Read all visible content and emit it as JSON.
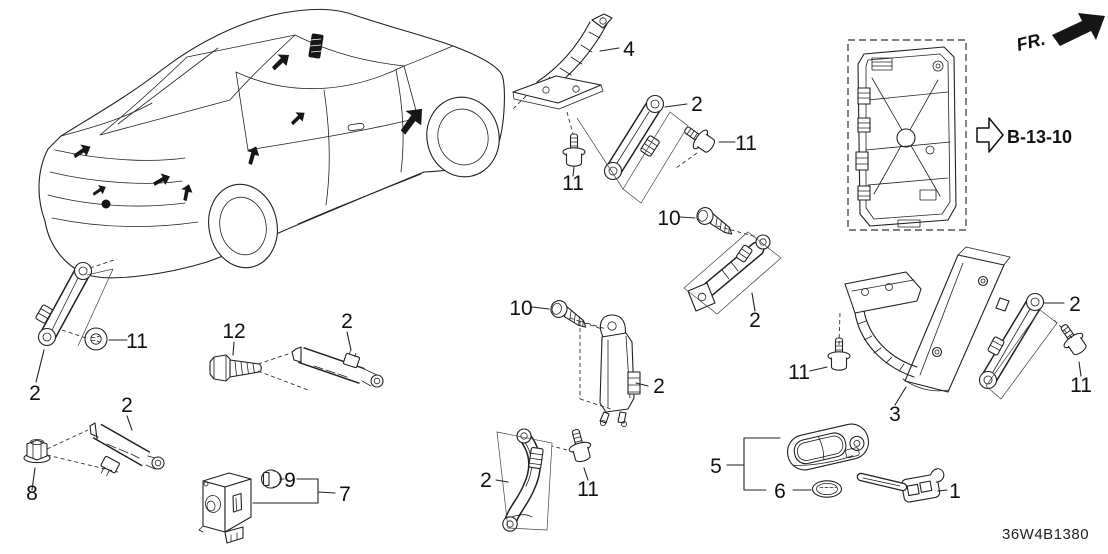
{
  "figure": {
    "code": "36W4B1380",
    "direction": "FR.",
    "reference": "B-13-10"
  },
  "labels": {
    "n1": "1",
    "n2": "2",
    "n3": "3",
    "n4": "4",
    "n5": "5",
    "n6": "6",
    "n7": "7",
    "n8": "8",
    "n9": "9",
    "n10": "10",
    "n11": "11",
    "n12": "12"
  }
}
